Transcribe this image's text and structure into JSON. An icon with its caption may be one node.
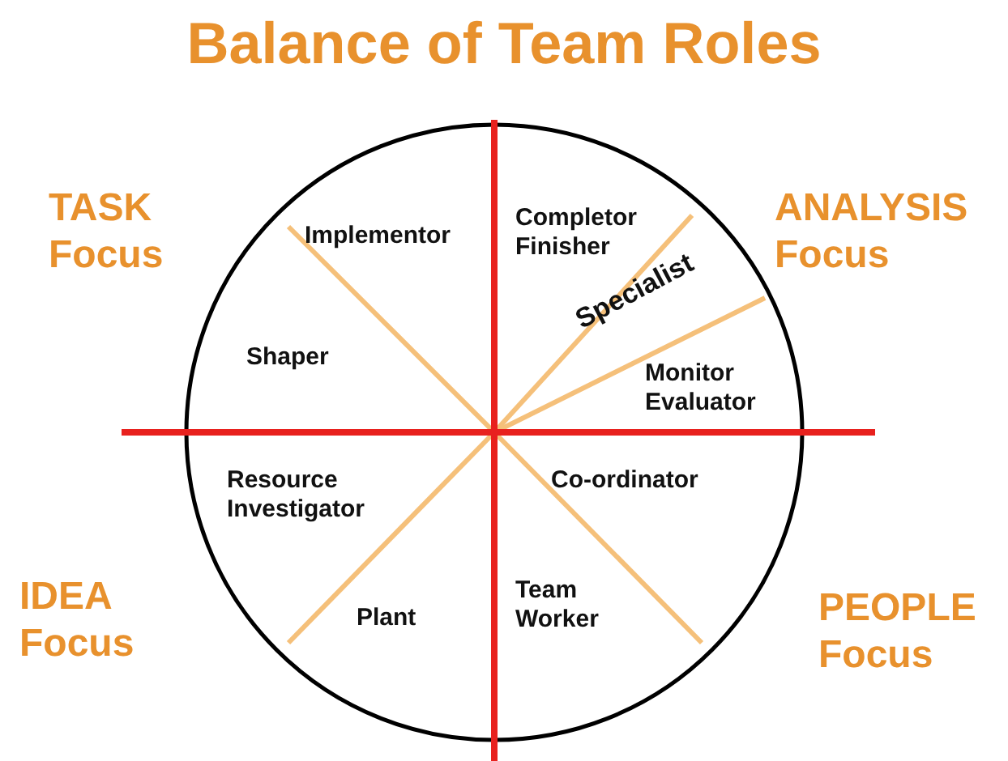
{
  "diagram": {
    "title": "Balance of Team Roles",
    "labels": [
      "TASK Focus",
      "ANALYSIS Focus",
      "Implementor",
      "Completor Finisher",
      "Specialist",
      "Shaper",
      "Monitor Evaluator",
      "Resource Investigator",
      "Co-ordinator",
      "IDEA Focus",
      "PEOPLE Focus",
      "Plant",
      "Team Worker"
    ]
  }
}
